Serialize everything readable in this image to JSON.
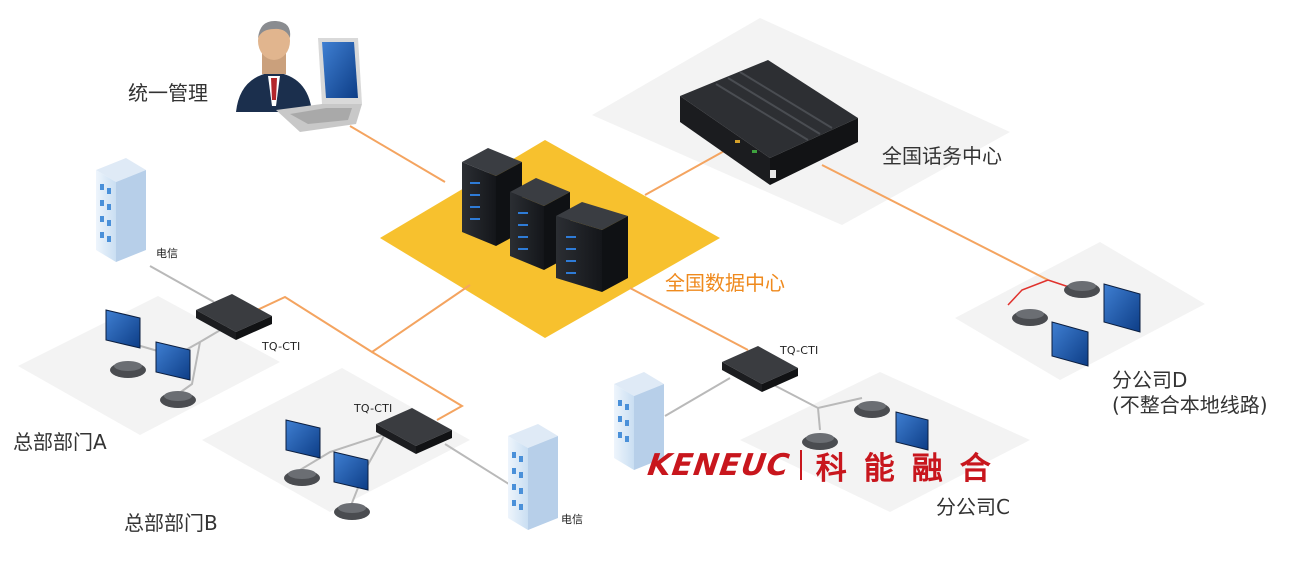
{
  "labels": {
    "unified_management": "统一管理",
    "national_call_center": "全国话务中心",
    "national_data_center": "全国数据中心",
    "telecom_left": "电信",
    "telecom_bottom": "电信",
    "tq_cti_left": "TQ-CTI",
    "tq_cti_middle": "TQ-CTI",
    "tq_cti_right": "TQ-CTI",
    "hq_dept_a": "总部部门A",
    "hq_dept_b": "总部部门B",
    "branch_c": "分公司C",
    "branch_d_line1": "分公司D",
    "branch_d_line2": "(不整合本地线路)"
  },
  "watermark": {
    "brand_en": "KENEUC",
    "brand_cn": "科能融合"
  },
  "colors": {
    "link_orange": "#f4a460",
    "link_red": "#e0322d",
    "data_center_platform": "#f7c12e",
    "label_accent": "#ef8a1e",
    "brand_red": "#c8161d"
  }
}
